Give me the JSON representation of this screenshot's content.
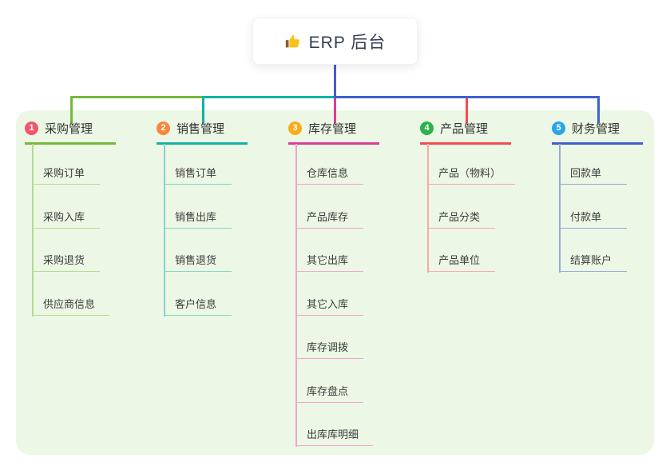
{
  "root": {
    "icon": "thumbs-up",
    "label": "ERP 后台"
  },
  "canvas": {
    "panel_bg": "#ecf7e5",
    "trunk_color": "#4c59d0"
  },
  "branches": [
    {
      "num": "1",
      "label": "采购管理",
      "badge_color": "#f1566e",
      "line_color": "#76b83a",
      "light_color": "#b4da8e",
      "children": [
        "采购订单",
        "采购入库",
        "采购退货",
        "供应商信息"
      ]
    },
    {
      "num": "2",
      "label": "销售管理",
      "badge_color": "#f6873e",
      "line_color": "#10b3a6",
      "light_color": "#84d5ca",
      "children": [
        "销售订单",
        "销售出库",
        "销售退货",
        "客户信息"
      ]
    },
    {
      "num": "3",
      "label": "库存管理",
      "badge_color": "#fbaa1c",
      "line_color": "#dc3d96",
      "light_color": "#f0a4d0",
      "children": [
        "仓库信息",
        "产品库存",
        "其它出库",
        "其它入库",
        "库存调拨",
        "库存盘点",
        "出库库明细"
      ]
    },
    {
      "num": "4",
      "label": "产品管理",
      "badge_color": "#2ab24b",
      "line_color": "#f84a50",
      "light_color": "#fba8a6",
      "children": [
        "产品（物料）",
        "产品分类",
        "产品单位"
      ]
    },
    {
      "num": "5",
      "label": "财务管理",
      "badge_color": "#28a4e9",
      "line_color": "#3e60d2",
      "light_color": "#97a8dc",
      "children": [
        "回款单",
        "付款单",
        "结算账户"
      ]
    }
  ]
}
